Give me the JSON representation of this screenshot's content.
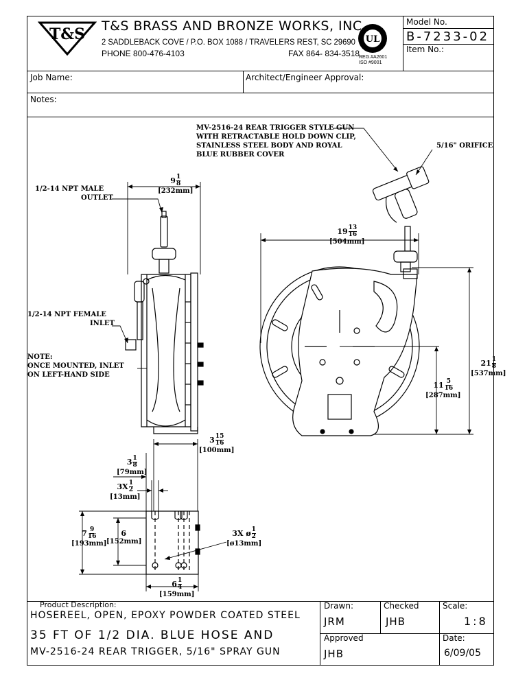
{
  "company": {
    "name": "T&S BRASS AND BRONZE WORKS, INC.",
    "address": "2 SADDLEBACK COVE / P.O. BOX 1088 / TRAVELERS REST, SC 29690",
    "phone": "PHONE 800-476-4103",
    "fax": "FAX  864- 834-3518",
    "logo_text": "T&S",
    "cert_logo": "UL",
    "reg_line1": "REG.#A2601",
    "reg_line2": "ISO #9001"
  },
  "model": {
    "label": "Model No.",
    "value": "B-7233-02",
    "item_label": "Item No.:"
  },
  "job_name_label": "Job Name:",
  "approval_label": "Architect/Engineer Approval:",
  "notes_label": "Notes:",
  "drawing": {
    "gun_callout": [
      "MV-2516-24 REAR TRIGGER STYLE GUN",
      "WITH RETRACTABLE HOLD DOWN CLIP,",
      "STAINLESS STEEL BODY AND ROYAL",
      "BLUE RUBBER COVER"
    ],
    "orifice": "5/16\" ORIFICE",
    "outlet": [
      "1/2-14 NPT MALE",
      "OUTLET"
    ],
    "inlet": [
      "1/2-14 NPT FEMALE",
      "INLET"
    ],
    "note": [
      "NOTE:",
      "ONCE MOUNTED, INLET",
      "ON LEFT-HAND SIDE"
    ],
    "dims": {
      "side_width": {
        "whole": "9",
        "num": "1",
        "den": "8",
        "mm": "[232mm]"
      },
      "front_width": {
        "whole": "19",
        "num": "13",
        "den": "16",
        "mm": "[504mm]"
      },
      "height": {
        "whole": "21",
        "num": "1",
        "den": "8",
        "mm": "[537mm]"
      },
      "axle_height": {
        "whole": "11",
        "num": "5",
        "den": "16",
        "mm": "[287mm]"
      },
      "base_depth": {
        "whole": "3",
        "num": "15",
        "den": "16",
        "mm": "[100mm]"
      },
      "base_offset": {
        "whole": "3",
        "num": "1",
        "den": "8",
        "mm": "[79mm]"
      },
      "slot_width": {
        "prefix": "3X",
        "num": "1",
        "den": "2",
        "mm": "[13mm]"
      },
      "plate_height": {
        "whole": "7",
        "num": "9",
        "den": "16",
        "mm": "[193mm]"
      },
      "hole_spacing": {
        "whole": "6",
        "mm": "[152mm]"
      },
      "hole_dia": {
        "prefix": "3X ø",
        "num": "1",
        "den": "2",
        "mm": "[ø13mm]"
      },
      "plate_width": {
        "whole": "6",
        "num": "1",
        "den": "4",
        "mm": "[159mm]"
      }
    }
  },
  "footer": {
    "product_label": "Product Description:",
    "product_lines": [
      "HOSEREEL, OPEN, EPOXY POWDER COATED STEEL",
      "35 FT OF 1/2 DIA. BLUE HOSE AND",
      "MV-2516-24 REAR TRIGGER, 5/16\" SPRAY GUN"
    ],
    "drawn_label": "Drawn:",
    "drawn": "JRM",
    "checked_label": "Checked",
    "checked": "JHB",
    "scale_label": "Scale:",
    "scale": "1:8",
    "approved_label": "Approved",
    "approved": "JHB",
    "date_label": "Date:",
    "date": "6/09/05"
  }
}
